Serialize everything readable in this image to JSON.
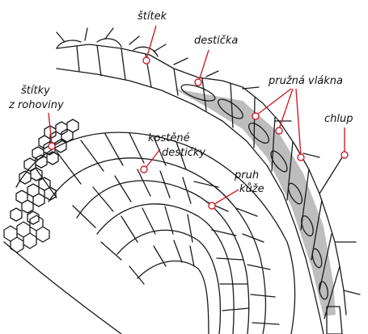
{
  "colors": {
    "accent": "#d0202a",
    "ink": "#1a1a1a",
    "shade": "#bdbdbd"
  },
  "labels": {
    "stitek": "štítek",
    "desticka": "destička",
    "pruzna_vlakna": "pružná vlákna",
    "chlup": "chlup",
    "stitky_line1": "štítky",
    "stitky_line2": "z rohoviny",
    "kostene_line1": "kostěné",
    "kostene_line2": "destičky",
    "pruh_line1": "pruh",
    "pruh_line2": "kůže"
  }
}
